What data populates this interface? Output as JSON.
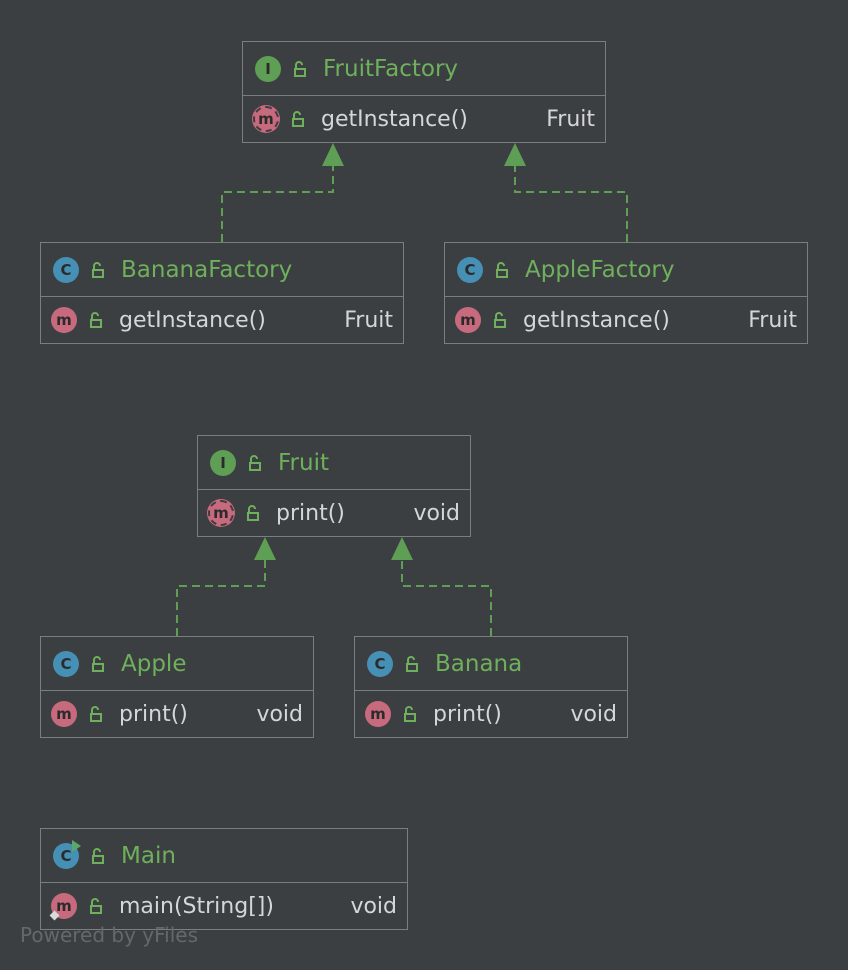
{
  "colors": {
    "background": "#3c3f41",
    "border": "#7b7e80",
    "title": "#6fb05c",
    "text": "#d4d7d9",
    "edge": "#5e9e55",
    "interface_icon": "#5e9e55",
    "class_icon": "#4590b4",
    "method_icon": "#c86a7d"
  },
  "nodes": {
    "fruit_factory": {
      "kind_letter": "I",
      "name": "FruitFactory",
      "member_icon": "m",
      "member": "getInstance()",
      "type": "Fruit"
    },
    "banana_factory": {
      "kind_letter": "C",
      "name": "BananaFactory",
      "member_icon": "m",
      "member": "getInstance()",
      "type": "Fruit"
    },
    "apple_factory": {
      "kind_letter": "C",
      "name": "AppleFactory",
      "member_icon": "m",
      "member": "getInstance()",
      "type": "Fruit"
    },
    "fruit": {
      "kind_letter": "I",
      "name": "Fruit",
      "member_icon": "m",
      "member": "print()",
      "type": "void"
    },
    "apple": {
      "kind_letter": "C",
      "name": "Apple",
      "member_icon": "m",
      "member": "print()",
      "type": "void"
    },
    "banana": {
      "kind_letter": "C",
      "name": "Banana",
      "member_icon": "m",
      "member": "print()",
      "type": "void"
    },
    "main": {
      "kind_letter": "C",
      "name": "Main",
      "member_icon": "m",
      "member": "main(String[])",
      "type": "void"
    }
  },
  "edges": [
    {
      "from": "BananaFactory",
      "to": "FruitFactory",
      "relation": "implements"
    },
    {
      "from": "AppleFactory",
      "to": "FruitFactory",
      "relation": "implements"
    },
    {
      "from": "Apple",
      "to": "Fruit",
      "relation": "implements"
    },
    {
      "from": "Banana",
      "to": "Fruit",
      "relation": "implements"
    }
  ],
  "watermark": "Powered by yFiles"
}
